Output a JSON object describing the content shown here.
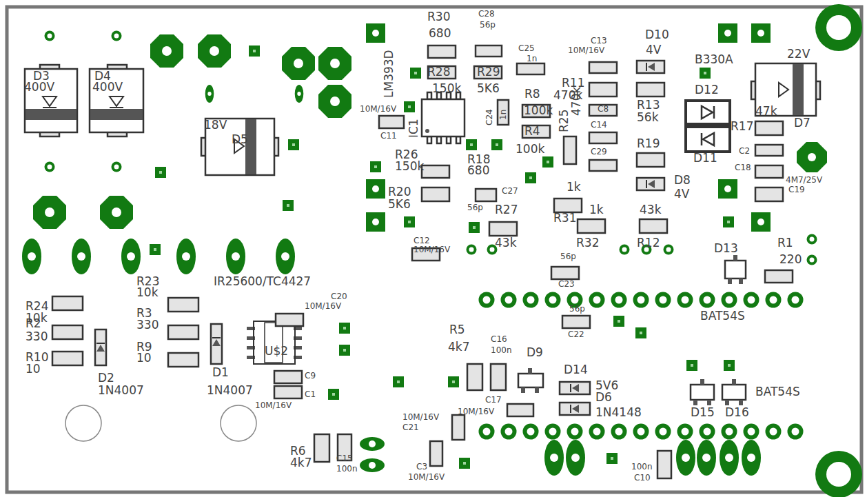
{
  "diagram": {
    "labels": [
      "R30",
      "680",
      "C28",
      "56p",
      "LM393D",
      "C25",
      "1n",
      "C13",
      "10M/16V",
      "D10",
      "4V",
      "B330A",
      "22V",
      "D3",
      "400V",
      "D4",
      "400V",
      "R28",
      "R29",
      "150k",
      "5K6",
      "R11",
      "470k",
      "R8",
      "100k",
      "C8",
      "R13",
      "56k",
      "D12",
      "47k",
      "D7",
      "10M/16V",
      "C11",
      "IC1",
      "C24",
      "1n",
      "R4",
      "100k",
      "R25",
      "470k",
      "C14",
      "18V",
      "D5",
      "R17",
      "C2",
      "C18",
      "4M7/25V",
      "C19",
      "D11",
      "R19",
      "C29",
      "R26",
      "150k",
      "R18",
      "680",
      "D8",
      "4V",
      "R20",
      "5K6",
      "C27",
      "56p",
      "1k",
      "R31",
      "1k",
      "R32",
      "43k",
      "R12",
      "R27",
      "43k",
      "C12",
      "10M/16V",
      "D13",
      "R1",
      "220",
      "56p",
      "C23",
      "56p",
      "C22",
      "BAT54S",
      "IR25600/TC4427",
      "C20",
      "10M/16V",
      "R24",
      "10k",
      "R23",
      "10k",
      "R2",
      "330",
      "R3",
      "330",
      "R9",
      "10",
      "R10",
      "10",
      "D2",
      "1N4007",
      "D1",
      "1N4007",
      "U$2",
      "C9",
      "C1",
      "10M/16V",
      "R5",
      "4k7",
      "C16",
      "100n",
      "D9",
      "D14",
      "5V6",
      "D6",
      "1N4148",
      "C17",
      "10M/16V",
      "10M/16V",
      "C21",
      "BAT54S",
      "D15",
      "D16",
      "R6",
      "4k7",
      "C15",
      "100n",
      "C3",
      "10M/16V",
      "100n",
      "C10"
    ]
  }
}
